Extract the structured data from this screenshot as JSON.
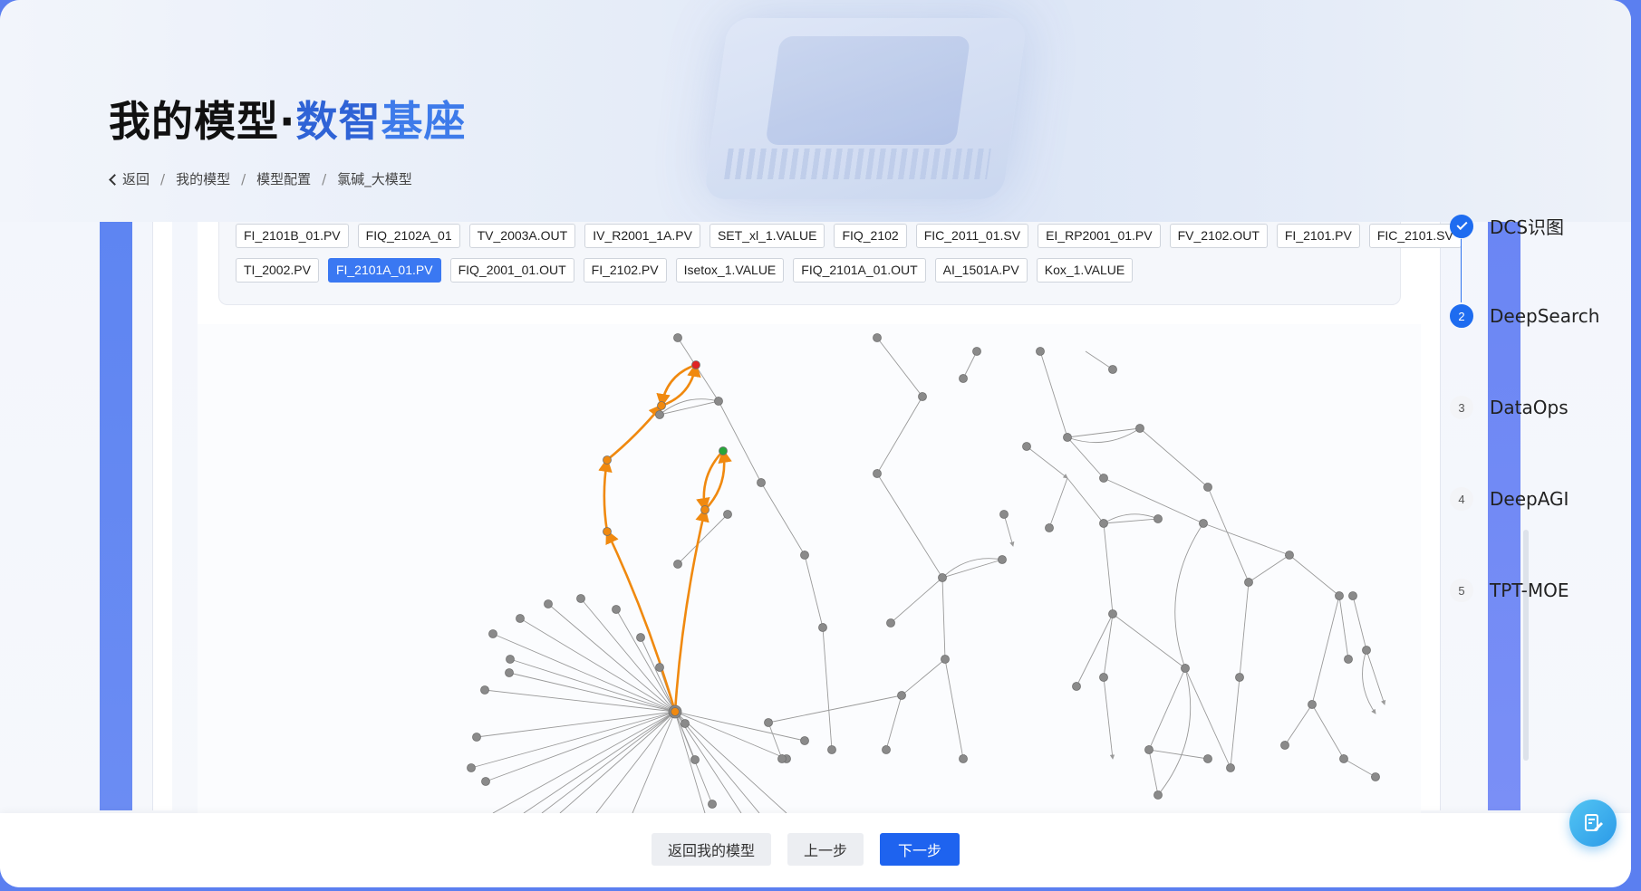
{
  "header": {
    "title_main": "我的模型·",
    "title_accent_1": "数智",
    "title_accent_2": "基座"
  },
  "breadcrumb": {
    "back": "返回",
    "items": [
      "我的模型",
      "模型配置",
      "氯碱_大模型"
    ],
    "separator": "/"
  },
  "tags": {
    "row1": [
      "FI_2101B_01.PV",
      "FIQ_2102A_01",
      "TV_2003A.OUT",
      "IV_R2001_1A.PV",
      "SET_xl_1.VALUE",
      "FIQ_2102",
      "FIC_2011_01.SV",
      "EI_RP2001_01.PV",
      "FV_2102.OUT",
      "FI_2101.PV",
      "FIC_2101.SV"
    ],
    "row2": [
      "TI_2002.PV",
      "FI_2101A_01.PV",
      "FIQ_2001_01.OUT",
      "FI_2102.PV",
      "Isetox_1.VALUE",
      "FIQ_2101A_01.OUT",
      "AI_1501A.PV",
      "Kox_1.VALUE"
    ],
    "active": "FI_2101A_01.PV"
  },
  "steps": [
    {
      "num": "",
      "label": "DCS识图",
      "state": "done",
      "icon": "check-icon"
    },
    {
      "num": "2",
      "label": "DeepSearch",
      "state": "active"
    },
    {
      "num": "3",
      "label": "DataOps",
      "state": "pending"
    },
    {
      "num": "4",
      "label": "DeepAGI",
      "state": "pending"
    },
    {
      "num": "5",
      "label": "TPT-MOE",
      "state": "pending"
    }
  ],
  "footer": {
    "back_to_models": "返回我的模型",
    "prev": "上一步",
    "next": "下一步"
  },
  "colors": {
    "accent": "#1e63ef",
    "highlight_path": "#f0890f",
    "node": "#8a8a8a",
    "start_node": "#e02424",
    "end_node": "#27a63a"
  }
}
